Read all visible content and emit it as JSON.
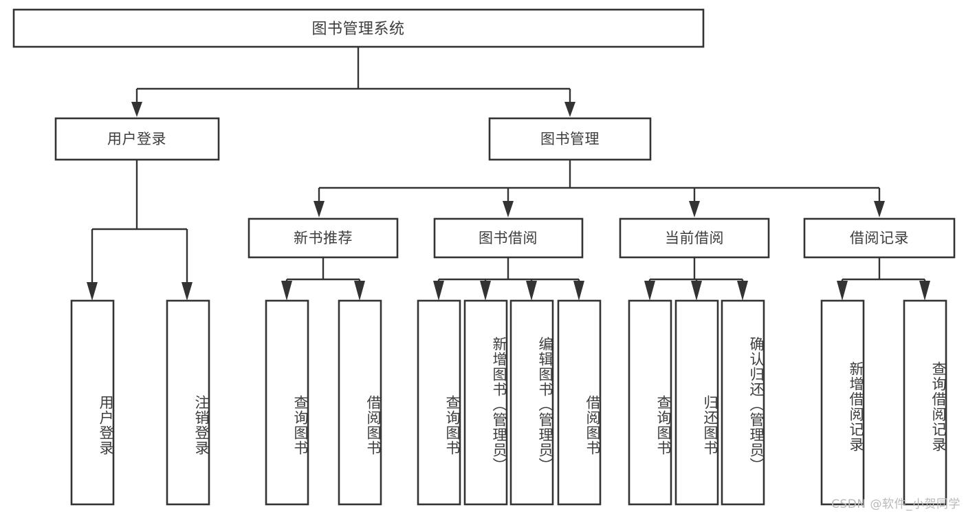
{
  "diagram": {
    "title": "图书管理系统",
    "type": "tree-hierarchy-chart",
    "watermark": "CSDN @软件_小贺同学",
    "colors": {
      "stroke": "#333333",
      "fill": "#ffffff",
      "text": "#3d3d3d",
      "watermark": "#b9b9b9",
      "background": "#ffffff"
    },
    "root": {
      "label": "图书管理系统"
    },
    "level2": [
      {
        "label": "用户登录"
      },
      {
        "label": "图书管理"
      }
    ],
    "level3": [
      {
        "label": "新书推荐"
      },
      {
        "label": "图书借阅"
      },
      {
        "label": "当前借阅"
      },
      {
        "label": "借阅记录"
      }
    ],
    "leaves": {
      "user_login": [
        {
          "label": "用户登录"
        },
        {
          "label": "注销登录"
        }
      ],
      "new_book_recommend": [
        {
          "label": "查询图书"
        },
        {
          "label": "借阅图书"
        }
      ],
      "book_borrow": [
        {
          "label": "查询图书"
        },
        {
          "label": "新增图书（管理员）"
        },
        {
          "label": "编辑图书（管理员）"
        },
        {
          "label": "借阅图书"
        }
      ],
      "current_borrow": [
        {
          "label": "查询图书"
        },
        {
          "label": "归还图书"
        },
        {
          "label": "确认归还（管理员）"
        }
      ],
      "borrow_record": [
        {
          "label": "新增借阅记录"
        },
        {
          "label": "查询借阅记录"
        }
      ]
    }
  }
}
